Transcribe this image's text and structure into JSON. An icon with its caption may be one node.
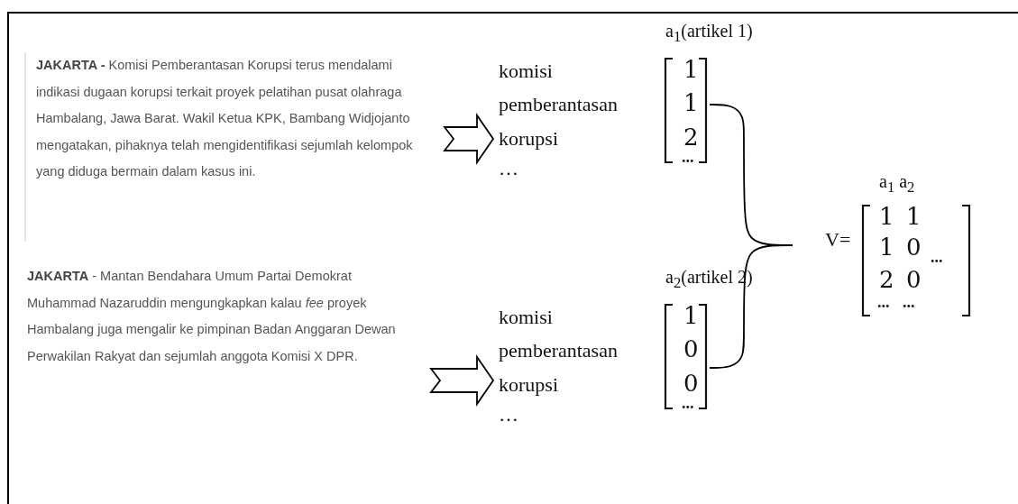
{
  "diagram": {
    "nodes": [
      {
        "text": [
          "**JAKARTA -** Komisi Pemberantasan Korupsi terus mendalami indikasi dugaan korupsi terkait proyek pelatihan pusat olahraga Hambalang, Jawa Barat. Wakil Ketua KPK, Bambang Widjojanto mengatakan, pihaknya telah mengidentifikasi sejumlah kelompok yang diduga bermain dalam kasus ini."
        ]
      },
      {
        "text": [
          "a$_{1}$(artikel 1)",
          "komisi",
          "pemberantasan",
          "korupsi",
          "…",
          "1",
          "1",
          "2",
          "..."
        ]
      },
      {
        "text": [
          "**JAKARTA** - Mantan Bendahara Umum Partai Demokrat Muhammad Nazaruddin mengungkapkan kalau *fee* proyek Hambalang juga mengalir ke pimpinan Badan Anggaran Dewan Perwakilan Rakyat dan sejumlah anggota Komisi X DPR."
        ]
      },
      {
        "text": [
          "a$_{2}$(artikel 2)",
          "komisi",
          "pemberantasan",
          "korupsi",
          "…",
          "1",
          "0",
          "0",
          "..."
        ]
      },
      {
        "text": [
          "a$_{1}$ a$_{2}$",
          "V=",
          "1",
          "1",
          "1",
          "0",
          "...",
          "2",
          "0",
          "...",
          "..."
        ]
      }
    ],
    "edges": [
      {
        "from": 0,
        "to": 1,
        "arrow": "to"
      },
      {
        "from": 1,
        "to": 4,
        "arrow": "none"
      },
      {
        "from": 3,
        "to": 4,
        "arrow": "none"
      },
      {
        "from": 2,
        "to": 3,
        "arrow": "to"
      }
    ]
  }
}
